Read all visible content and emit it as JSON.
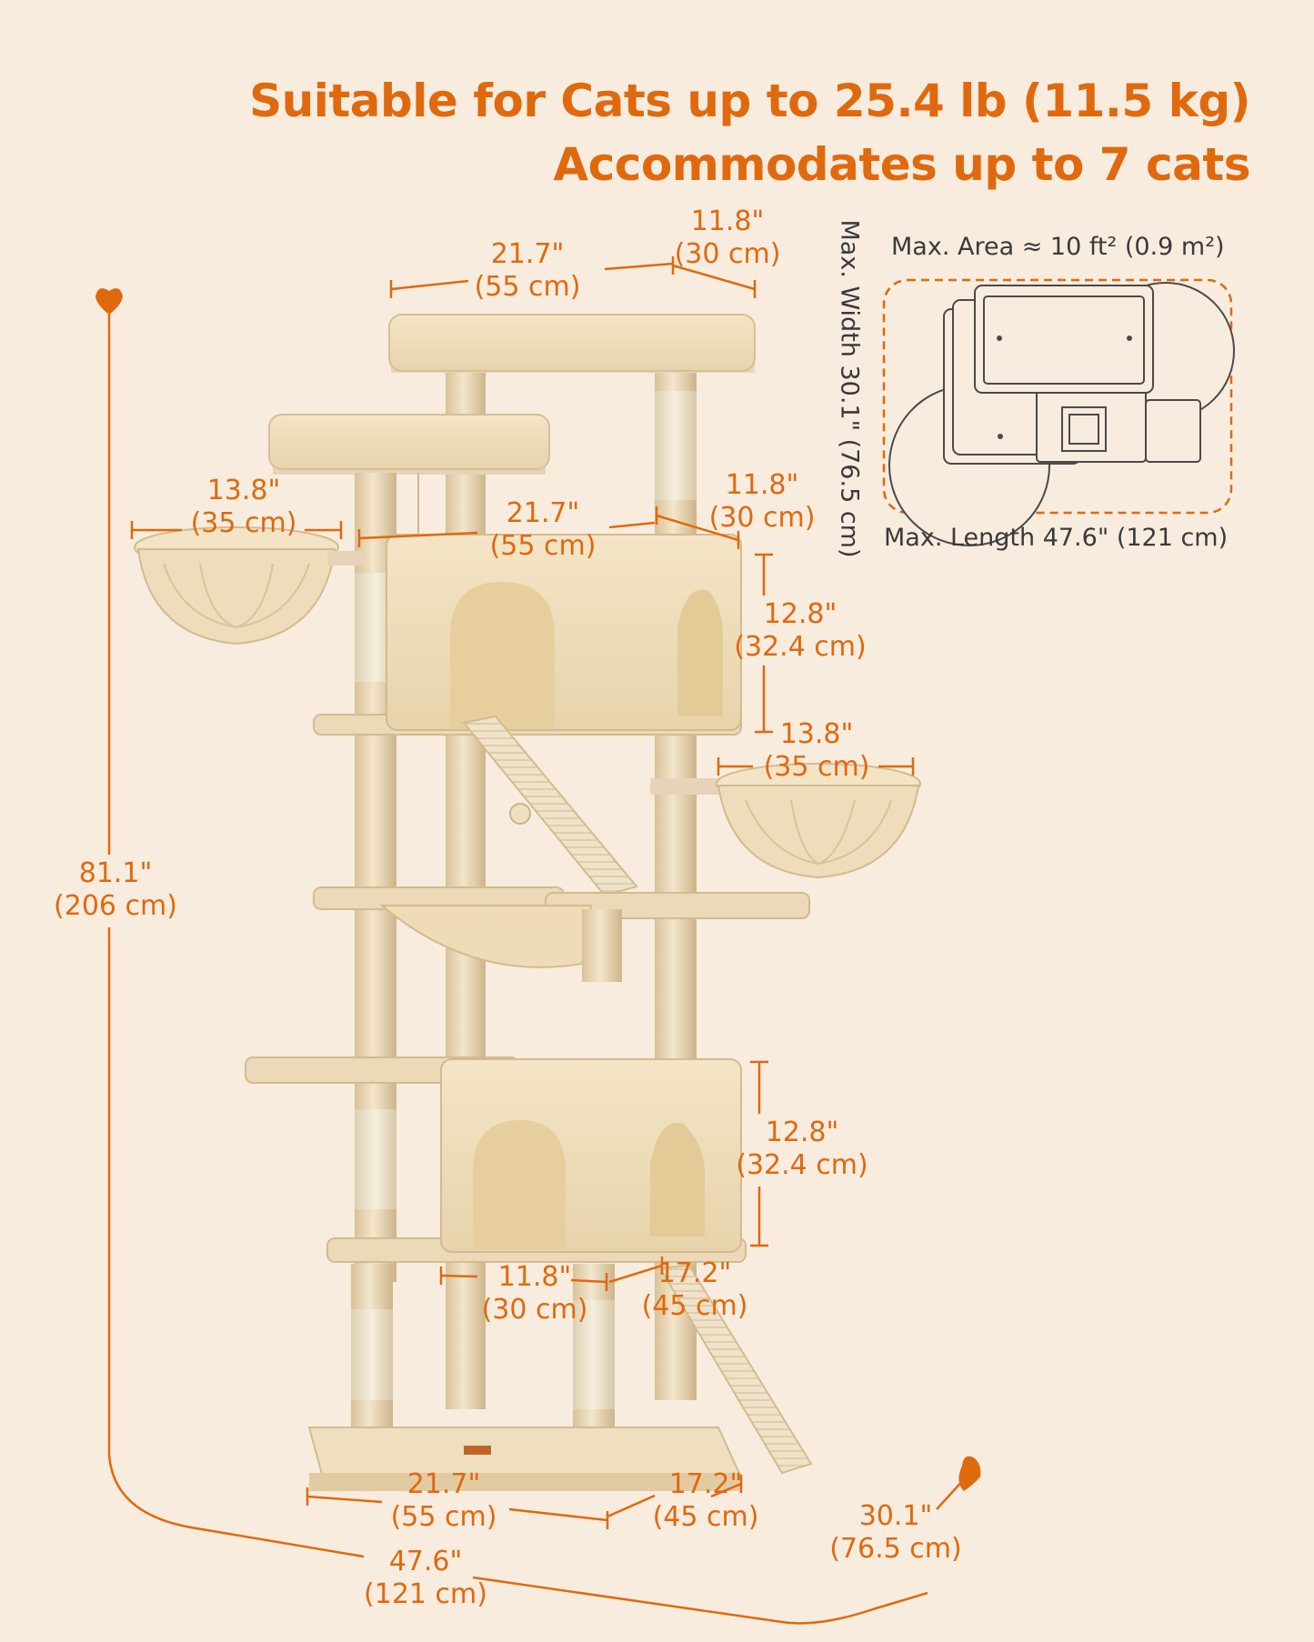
{
  "headline": {
    "line1": "Suitable for Cats up to 25.4 lb (11.5 kg)",
    "line2": "Accommodates up to 7 cats"
  },
  "colors": {
    "accent": "#e0690e",
    "background": "#f8ecdf",
    "plush": "#f0dfbf",
    "plush_shadow": "#d9c298",
    "sisal": "#efe3ca",
    "footprint_line": "#4a4a4a"
  },
  "footprint": {
    "area": "Max. Area ≈ 10 ft² (0.9 m²)",
    "width": "Max. Width 30.1\" (76.5 cm)",
    "length": "Max. Length 47.6\" (121 cm)"
  },
  "dimensions": {
    "top_perch_width": {
      "in": "21.7\"",
      "cm": "(55 cm)"
    },
    "top_perch_depth": {
      "in": "11.8\"",
      "cm": "(30 cm)"
    },
    "upper_basket": {
      "in": "13.8\"",
      "cm": "(35 cm)"
    },
    "upper_condo_width": {
      "in": "21.7\"",
      "cm": "(55 cm)"
    },
    "upper_condo_depth": {
      "in": "11.8\"",
      "cm": "(30 cm)"
    },
    "upper_condo_height": {
      "in": "12.8\"",
      "cm": "(32.4 cm)"
    },
    "right_basket": {
      "in": "13.8\"",
      "cm": "(35 cm)"
    },
    "lower_condo_height": {
      "in": "12.8\"",
      "cm": "(32.4 cm)"
    },
    "lower_condo_width": {
      "in": "11.8\"",
      "cm": "(30 cm)"
    },
    "lower_condo_depth": {
      "in": "17.2\"",
      "cm": "(45 cm)"
    },
    "base_width": {
      "in": "21.7\"",
      "cm": "(55 cm)"
    },
    "base_depth": {
      "in": "17.2\"",
      "cm": "(45 cm)"
    },
    "total_height": {
      "in": "81.1\"",
      "cm": "(206 cm)"
    },
    "total_length": {
      "in": "47.6\"",
      "cm": "(121 cm)"
    },
    "total_width": {
      "in": "30.1\"",
      "cm": "(76.5 cm)"
    }
  }
}
